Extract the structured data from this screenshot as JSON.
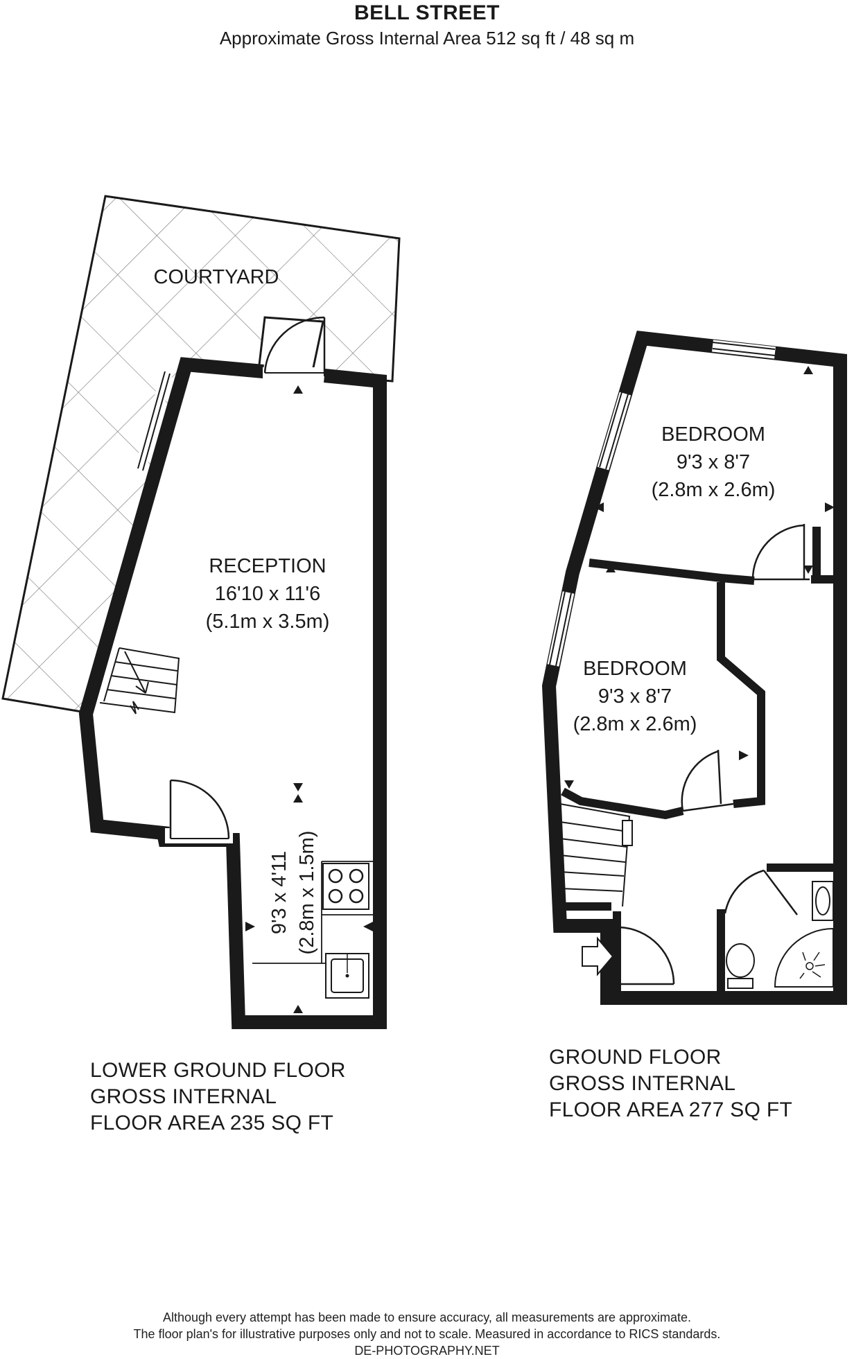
{
  "header": {
    "title": "BELL STREET",
    "subtitle": "Approximate Gross Internal Area 512 sq ft / 48 sq m"
  },
  "rooms": {
    "courtyard": {
      "name": "COURTYARD"
    },
    "reception": {
      "name": "RECEPTION",
      "imperial": "16'10 x 11'6",
      "metric": "(5.1m x 3.5m)"
    },
    "kitchen": {
      "imperial": "9'3 x 4'11",
      "metric": "(2.8m x 1.5m)"
    },
    "bedroom1": {
      "name": "BEDROOM",
      "imperial": "9'3 x 8'7",
      "metric": "(2.8m x 2.6m)"
    },
    "bedroom2": {
      "name": "BEDROOM",
      "imperial": "9'3 x 8'7",
      "metric": "(2.8m x 2.6m)"
    }
  },
  "floors": {
    "lower": {
      "line1": "LOWER GROUND FLOOR",
      "line2": "GROSS INTERNAL",
      "line3": "FLOOR AREA 235 SQ FT"
    },
    "ground": {
      "line1": "GROUND FLOOR",
      "line2": "GROSS INTERNAL",
      "line3": "FLOOR AREA 277 SQ FT"
    }
  },
  "disclaimer": {
    "line1": "Although every attempt has been made to ensure accuracy, all measurements are approximate.",
    "line2": "The floor plan's for illustrative purposes only and not to scale.  Measured in accordance to RICS standards.",
    "line3": "DE-PHOTOGRAPHY.NET"
  },
  "colors": {
    "wall": "#1a1a1a",
    "background": "#ffffff",
    "tile": "#7a7a7a"
  }
}
